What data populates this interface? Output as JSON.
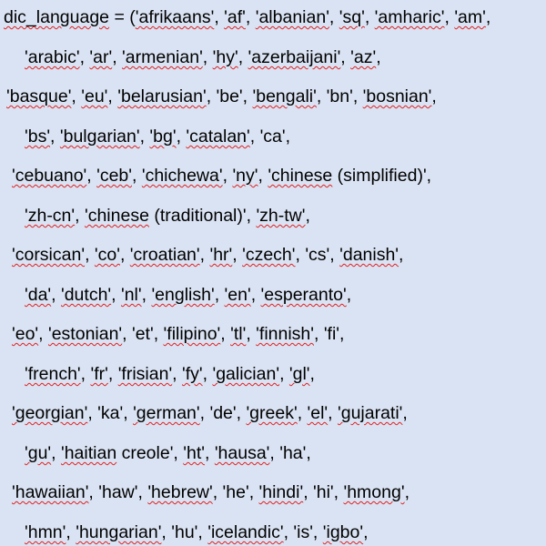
{
  "colors": {
    "background": "#dae3f3",
    "text": "#000000",
    "spellcheck_underline": "#e02020"
  },
  "lines": [
    "dic_language = ('afrikaans', 'af', 'albanian', 'sq', 'amharic', 'am',",
    "'arabic', 'ar', 'armenian', 'hy', 'azerbaijani', 'az',",
    "'basque', 'eu', 'belarusian', 'be', 'bengali', 'bn', 'bosnian',",
    "'bs', 'bulgarian', 'bg', 'catalan', 'ca',",
    "'cebuano', 'ceb', 'chichewa', 'ny', 'chinese (simplified)',",
    "'zh-cn', 'chinese (traditional)', 'zh-tw',",
    "'corsican', 'co', 'croatian', 'hr', 'czech', 'cs', 'danish',",
    "'da', 'dutch', 'nl', 'english', 'en', 'esperanto',",
    "'eo', 'estonian', 'et', 'filipino', 'tl', 'finnish', 'fi',",
    "'french', 'fr', 'frisian', 'fy', 'galician', 'gl',",
    "'georgian', 'ka', 'german', 'de', 'greek', 'el', 'gujarati',",
    "'gu', 'haitian creole', 'ht', 'hausa', 'ha',",
    "'hawaiian', 'haw', 'hebrew', 'he', 'hindi', 'hi', 'hmong',",
    "'hmn', 'hungarian', 'hu', 'icelandic', 'is', 'igbo',"
  ],
  "spellcheck_flagged": [
    [
      "dic_language",
      "'afrikaans'",
      "'af'",
      "'albanian'",
      "'sq'",
      "'amharic'",
      "'am'"
    ],
    [
      "'arabic'",
      "'ar'",
      "'armenian'",
      "'hy'",
      "'azerbaijani'",
      "'az'"
    ],
    [
      "'basque'",
      "'eu'",
      "'belarusian'",
      "'bengali'",
      "'bosnian'"
    ],
    [
      "'bs'",
      "'bulgarian'",
      "'bg'",
      "'catalan'"
    ],
    [
      "'cebuano'",
      "'ceb'",
      "'chichewa'",
      "'ny'",
      "'chinese"
    ],
    [
      "'zh-cn'",
      "'chinese",
      "'zh-tw'"
    ],
    [
      "'corsican'",
      "'co'",
      "'croatian'",
      "'hr'",
      "'czech'",
      "'danish'"
    ],
    [
      "'da'",
      "'dutch'",
      "'nl'",
      "'english'",
      "'en'",
      "'esperanto'"
    ],
    [
      "'eo'",
      "'estonian'",
      "'filipino'",
      "'tl'",
      "'finnish'"
    ],
    [
      "'french'",
      "'fr'",
      "'frisian'",
      "'fy'",
      "'galician'",
      "'gl'"
    ],
    [
      "'georgian'",
      "'german'",
      "'greek'",
      "'el'",
      "'gujarati'"
    ],
    [
      "'gu'",
      "'haitian",
      "'ht'",
      "'hausa'"
    ],
    [
      "'hawaiian'",
      "'hebrew'",
      "'hindi'",
      "'hmong'"
    ],
    [
      "'hmn'",
      "'hungarian'",
      "'icelandic'",
      "'igbo'"
    ]
  ]
}
